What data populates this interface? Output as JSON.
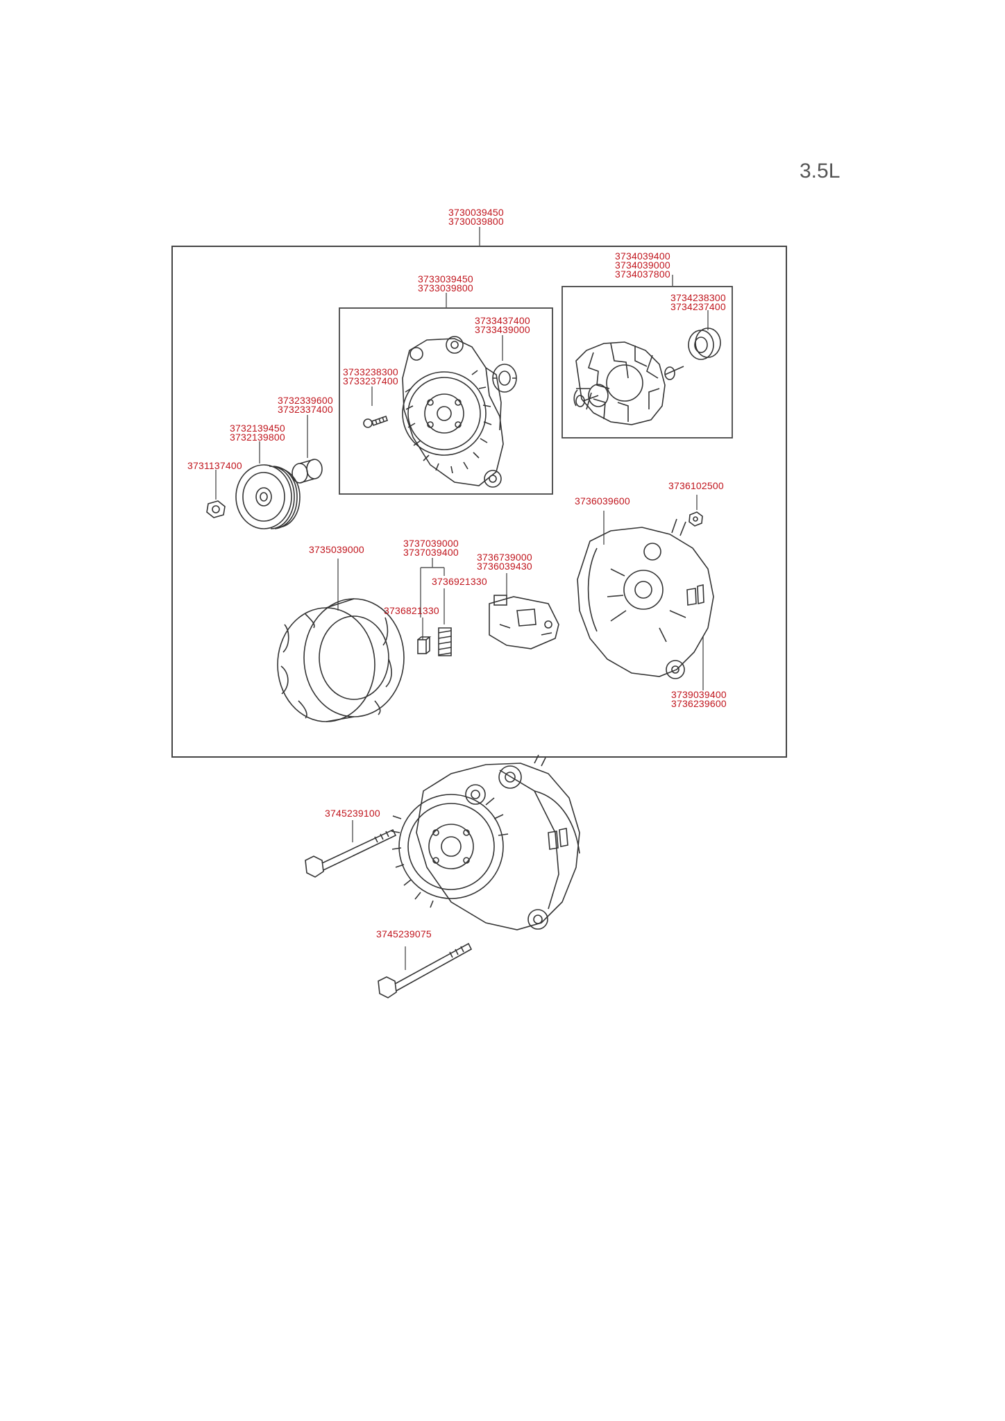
{
  "engine_label": "3.5L",
  "callouts": {
    "assembly": [
      "3730039450",
      "3730039800"
    ],
    "front_bracket": [
      "3733039450",
      "3733039800"
    ],
    "front_bearing": [
      "3733437400",
      "3733439000"
    ],
    "bracket_screw": [
      "3733238300",
      "3733237400"
    ],
    "spacer": [
      "3732339600",
      "3732337400"
    ],
    "pulley": [
      "3732139450",
      "3732139800"
    ],
    "pulley_nut": [
      "3731137400"
    ],
    "rotor": [
      "3734039400",
      "3734039000",
      "3734037800"
    ],
    "rear_bearing": [
      "3734238300",
      "3734237400"
    ],
    "terminal_nut": [
      "3736102500"
    ],
    "rear_bracket": [
      "3736039600"
    ],
    "stator": [
      "3735039000"
    ],
    "brush_holder": [
      "3737039000",
      "3737039400"
    ],
    "brush_spring": [
      "3736921330"
    ],
    "brush": [
      "3736821330"
    ],
    "regulator": [
      "3736739000",
      "3736039430"
    ],
    "rear_cover_bolt": [
      "3739039400",
      "3736239600"
    ],
    "through_bolt_upper": [
      "3745239100"
    ],
    "through_bolt_lower": [
      "3745239075"
    ]
  },
  "colors": {
    "callout_text": "#c0141c",
    "line_art": "#333333",
    "engine_label": "#555555"
  }
}
